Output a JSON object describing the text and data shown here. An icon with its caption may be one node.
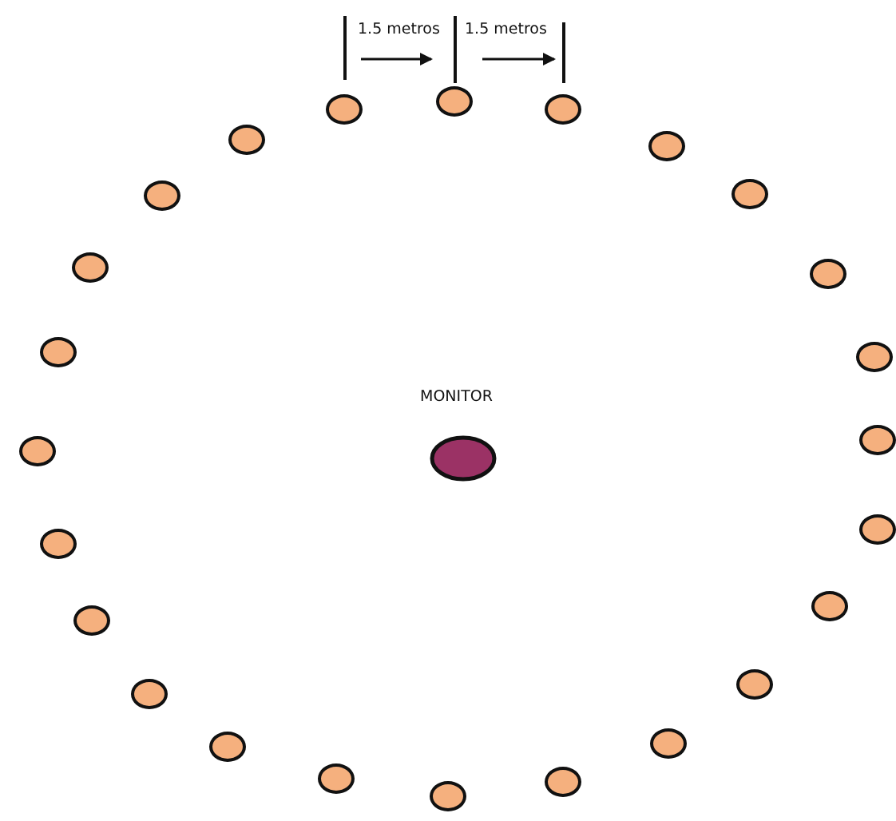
{
  "diagram": {
    "nodes": [
      {
        "text": [
          "MONITOR"
        ]
      },
      {
        "text": [],
        "shape": "circle"
      },
      {
        "text": [],
        "shape": "circle"
      },
      {
        "text": [],
        "shape": "circle"
      },
      {
        "text": [],
        "shape": "circle"
      },
      {
        "text": [],
        "shape": "circle"
      },
      {
        "text": [],
        "shape": "circle"
      },
      {
        "text": [],
        "shape": "circle"
      },
      {
        "text": [],
        "shape": "circle"
      },
      {
        "text": [],
        "shape": "circle"
      },
      {
        "text": [],
        "shape": "circle"
      },
      {
        "text": [],
        "shape": "circle"
      },
      {
        "text": [],
        "shape": "circle"
      },
      {
        "text": [],
        "shape": "circle"
      },
      {
        "text": [],
        "shape": "circle"
      },
      {
        "text": [],
        "shape": "circle"
      },
      {
        "text": [],
        "shape": "circle"
      },
      {
        "text": [],
        "shape": "circle"
      },
      {
        "text": [],
        "shape": "circle"
      },
      {
        "text": [],
        "shape": "circle"
      },
      {
        "text": [],
        "shape": "circle"
      },
      {
        "text": [],
        "shape": "circle"
      },
      {
        "text": [],
        "shape": "circle"
      },
      {
        "text": [],
        "shape": "circle"
      },
      {
        "text": [],
        "shape": "circle"
      }
    ],
    "labels": [
      "1.5 metros",
      "1.5 metros"
    ]
  }
}
